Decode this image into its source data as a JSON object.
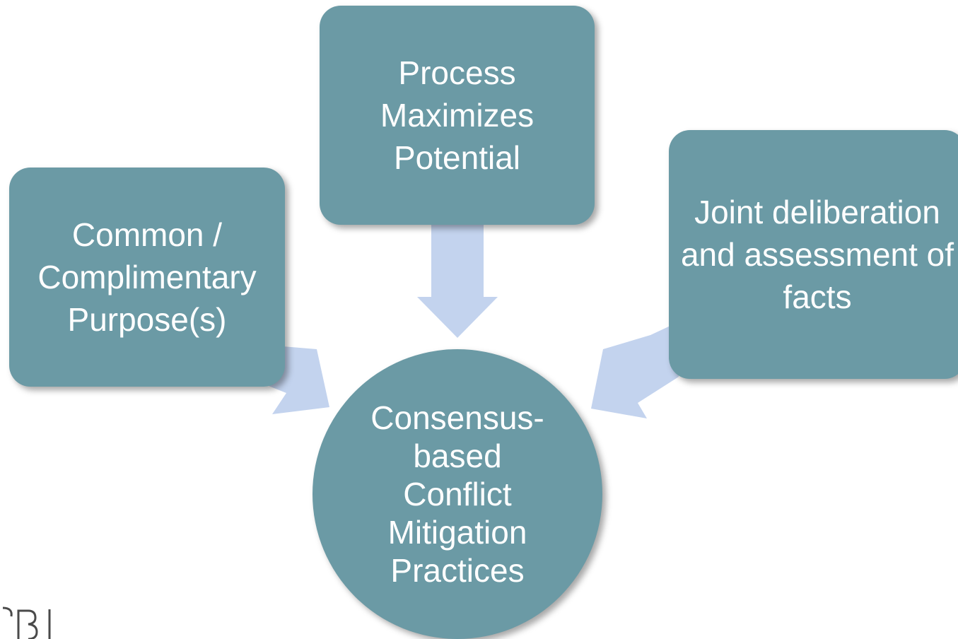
{
  "colors": {
    "node_fill": "#6b9aa5",
    "arrow_fill": "#c3d3ee",
    "text": "#ffffff",
    "logo_stroke": "#4a4a4a"
  },
  "nodes": {
    "left": "Common / Complimentary Purpose(s)",
    "top": "Process Maximizes Potential",
    "right": "Joint deliberation and assessment of facts",
    "center": "Consensus-based Conflict Mitigation Practices"
  },
  "arrows": [
    {
      "from": "left",
      "to": "center"
    },
    {
      "from": "top",
      "to": "center"
    },
    {
      "from": "right",
      "to": "center"
    }
  ],
  "logo": {
    "icon": "partial-logo-letters-icon"
  }
}
